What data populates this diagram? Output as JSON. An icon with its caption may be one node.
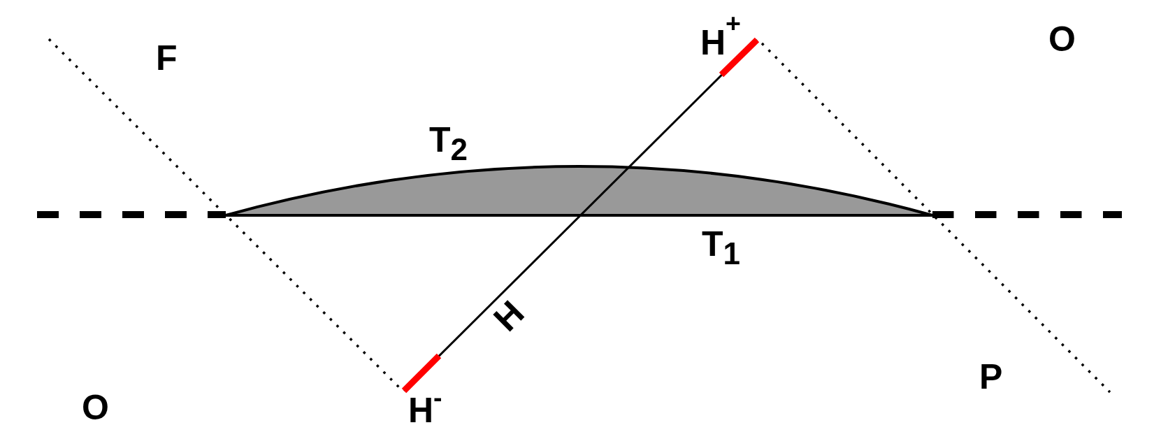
{
  "diagram": {
    "nodes": [
      {
        "text": [],
        "shape": "lens",
        "beside": [
          "T$_{2}$",
          "T$_{1}$"
        ]
      }
    ],
    "labels": [
      "F",
      "H$^{+}$",
      "O",
      "H",
      "P",
      "O",
      "H$^{-}$"
    ]
  }
}
